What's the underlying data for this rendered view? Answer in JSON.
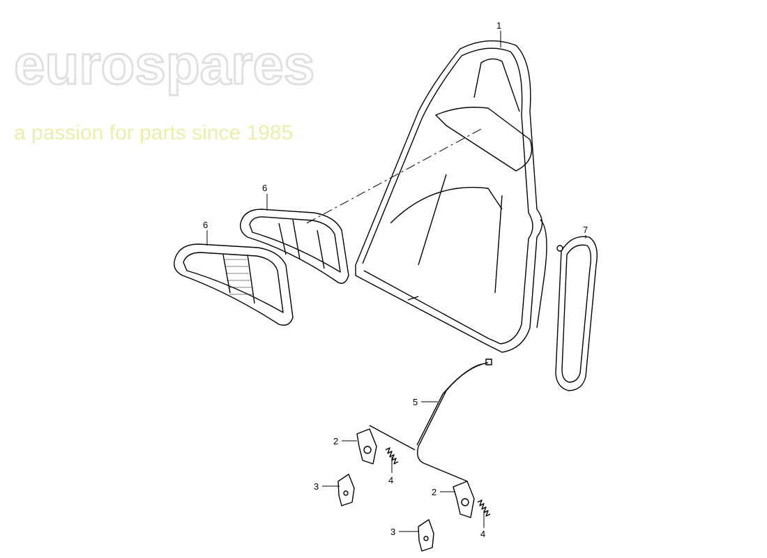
{
  "watermark": {
    "brand": "eurospares",
    "tagline": "a passion for parts since 1985"
  },
  "callouts": [
    {
      "id": "1",
      "part": "seat-backrest-shell"
    },
    {
      "id": "6",
      "part": "trim-frame-upper"
    },
    {
      "id": "6",
      "part": "trim-frame-lower"
    },
    {
      "id": "7",
      "part": "side-cover"
    },
    {
      "id": "5",
      "part": "release-cable"
    },
    {
      "id": "2",
      "part": "latch-left"
    },
    {
      "id": "4",
      "part": "spring-left"
    },
    {
      "id": "3",
      "part": "bracket-left"
    },
    {
      "id": "2",
      "part": "latch-right"
    },
    {
      "id": "3",
      "part": "bracket-right"
    },
    {
      "id": "4",
      "part": "spring-right"
    }
  ],
  "colors": {
    "line": "#000000",
    "watermark_grey": "#e4e4e4",
    "watermark_yellow": "#f3f3b8"
  }
}
